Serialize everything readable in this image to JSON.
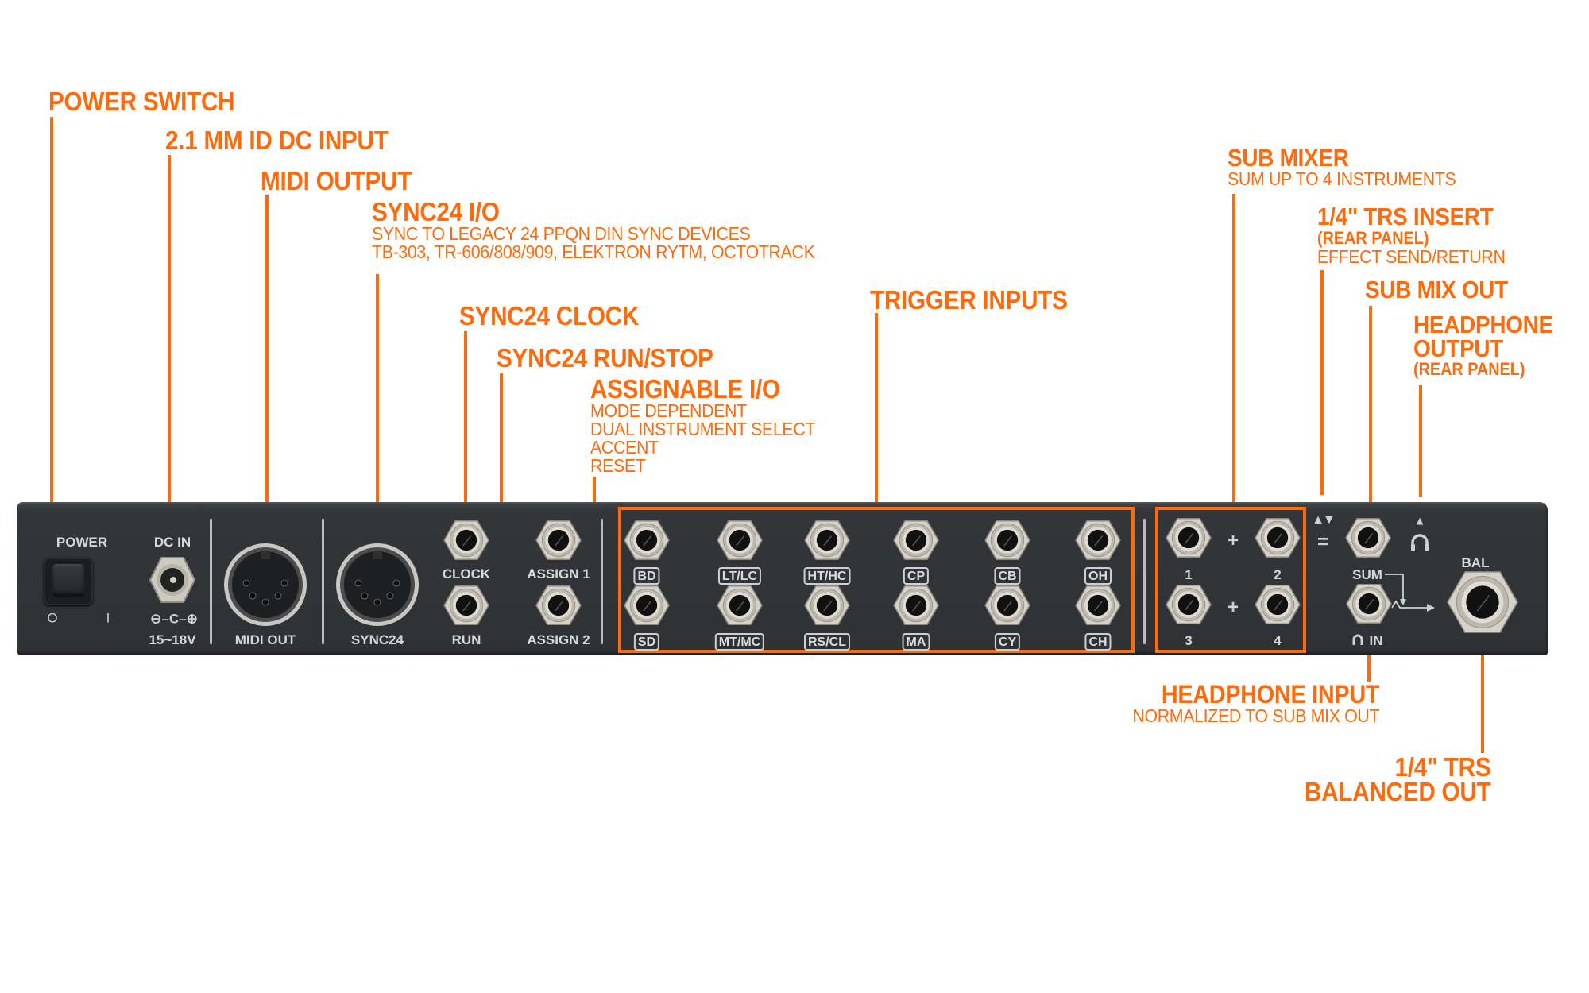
{
  "accent_color": "#FF6A0C",
  "callouts": {
    "power_switch": {
      "title": "POWER SWITCH"
    },
    "dc_input": {
      "title": "2.1 MM ID DC INPUT"
    },
    "midi_output": {
      "title": "MIDI OUTPUT"
    },
    "sync24_io": {
      "title": "SYNC24 I/O",
      "lines": [
        "SYNC TO LEGACY 24 PPQN DIN SYNC DEVICES",
        "TB-303, TR-606/808/909, ELEKTRON RYTM, OCTOTRACK"
      ]
    },
    "sync24_clock": {
      "title": "SYNC24 CLOCK"
    },
    "sync24_run_stop": {
      "title": "SYNC24 RUN/STOP"
    },
    "assignable_io": {
      "title": "ASSIGNABLE I/O",
      "lines": [
        "MODE DEPENDENT",
        "DUAL INSTRUMENT SELECT",
        "ACCENT",
        "RESET"
      ]
    },
    "trigger_inputs": {
      "title": "TRIGGER INPUTS"
    },
    "sub_mixer": {
      "title": "SUB MIXER",
      "lines": [
        "SUM UP TO 4 INSTRUMENTS"
      ]
    },
    "trs_insert": {
      "title": "1/4\" TRS INSERT",
      "note": "(REAR PANEL)",
      "lines": [
        "EFFECT SEND/RETURN"
      ]
    },
    "sub_mix_out": {
      "title": "SUB MIX OUT"
    },
    "headphone_output": {
      "title_lines": [
        "HEADPHONE",
        "OUTPUT"
      ],
      "note": "(REAR PANEL)"
    },
    "headphone_input": {
      "title": "HEADPHONE INPUT",
      "lines": [
        "NORMALIZED TO SUB MIX OUT"
      ]
    },
    "balanced_out": {
      "title_lines": [
        "1/4\" TRS",
        "BALANCED OUT"
      ]
    }
  },
  "panel": {
    "power": {
      "label": "POWER",
      "off": "O",
      "on": "I"
    },
    "dc_in": {
      "label": "DC IN",
      "polarity": "⊖–C–⊕",
      "voltage": "15~18V"
    },
    "midi_out": {
      "label": "MIDI OUT"
    },
    "sync24": {
      "label": "SYNC24"
    },
    "clock": {
      "label": "CLOCK"
    },
    "run": {
      "label": "RUN"
    },
    "assign1": {
      "label": "ASSIGN 1"
    },
    "assign2": {
      "label": "ASSIGN 2"
    },
    "triggers_top": [
      "BD",
      "LT/LC",
      "HT/HC",
      "CP",
      "CB",
      "OH"
    ],
    "triggers_bottom": [
      "SD",
      "MT/MC",
      "RS/CL",
      "MA",
      "CY",
      "CH"
    ],
    "sub_inputs": [
      "1",
      "2",
      "3",
      "4"
    ],
    "plus": "+",
    "equals": "=",
    "insert_symbol": "▲▼",
    "headphone_up": "▲",
    "sum": {
      "label": "SUM"
    },
    "hp_in": {
      "label": "IN"
    },
    "bal": {
      "label": "BAL"
    }
  }
}
